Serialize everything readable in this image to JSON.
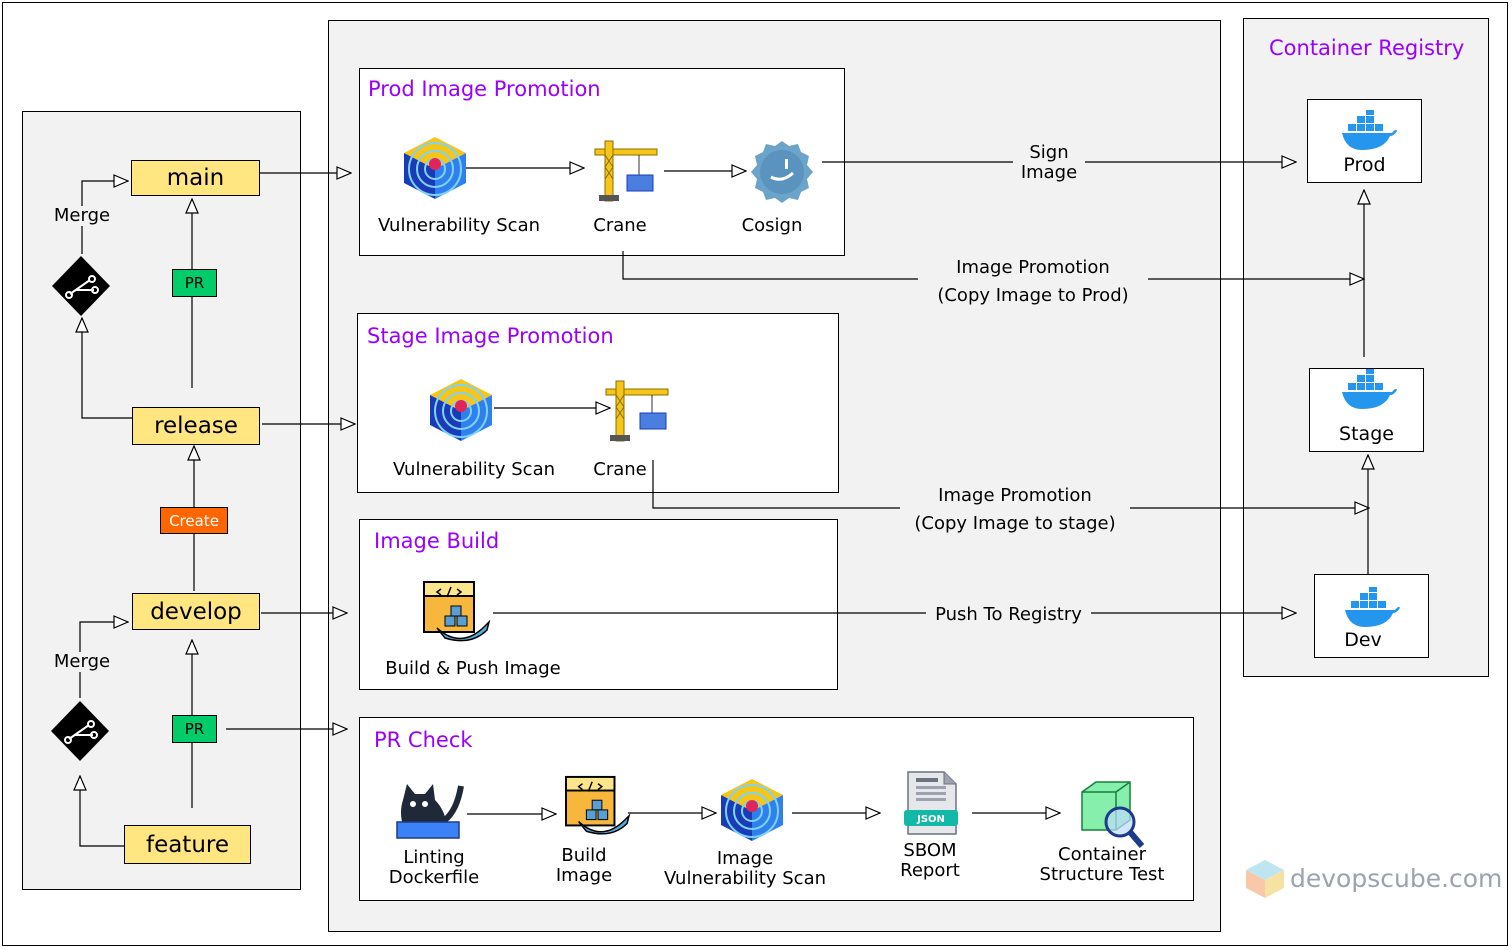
{
  "branches": {
    "main": "main",
    "release": "release",
    "develop": "develop",
    "feature": "feature"
  },
  "tags": {
    "pr_top": "PR",
    "pr_bottom": "PR",
    "create": "Create",
    "merge_top": "Merge",
    "merge_bottom": "Merge"
  },
  "prod_promotion": {
    "title": "Prod Image Promotion",
    "steps": [
      "Vulnerability Scan",
      "Crane",
      "Cosign"
    ]
  },
  "stage_promotion": {
    "title": "Stage Image Promotion",
    "steps": [
      "Vulnerability Scan",
      "Crane"
    ]
  },
  "image_build": {
    "title": "Image Build",
    "steps": [
      "Build & Push Image"
    ]
  },
  "pr_check": {
    "title": "PR Check",
    "steps": [
      "Linting\nDockerfile",
      "Build\nImage",
      "Image\nVulnerability Scan",
      "SBOM\nReport",
      "Container\nStructure Test"
    ]
  },
  "registry": {
    "title": "Container Registry",
    "prod": "Prod",
    "stage": "Stage",
    "dev": "Dev"
  },
  "edges": {
    "sign_image": "Sign\nImage",
    "promo_prod": "Image Promotion\n(Copy Image to Prod)",
    "promo_stage": "Image Promotion\n(Copy Image to stage)",
    "push_registry": "Push To Registry"
  },
  "icons": {
    "json_label": "JSON"
  },
  "watermark": "devopscube.com",
  "colors": {
    "title_purple": "#9900ff",
    "branch_yellow": "#ffe680",
    "pr_green": "#00cc6a",
    "create_orange": "#ff6600",
    "docker_blue": "#2496ed",
    "panel_gray": "#f2f2f2"
  }
}
